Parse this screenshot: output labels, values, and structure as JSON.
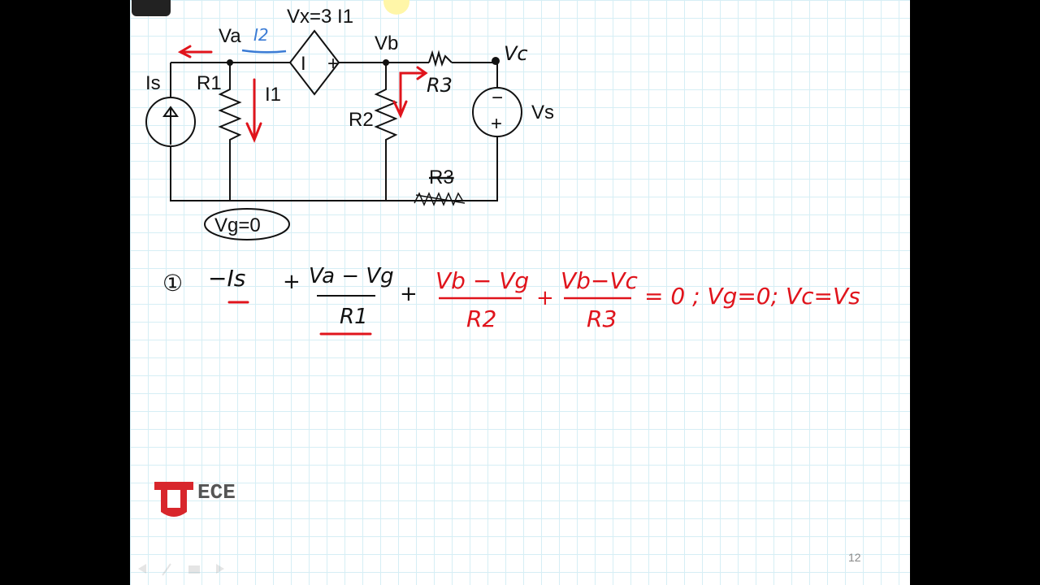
{
  "circuit": {
    "labels": {
      "vx": "Vx=3 I1",
      "va": "Va",
      "vb": "Vb",
      "vc": "Vc",
      "is": "Is",
      "r1": "R1",
      "i1": "I1",
      "r2": "R2",
      "r3_hand": "R3",
      "r3_struck": "R3",
      "vs": "Vs",
      "vg": "Vg=0",
      "i2_hand": "I2",
      "dep_minus": "I",
      "dep_plus": "+",
      "vs_minus": "−",
      "vs_plus": "+"
    }
  },
  "equation": {
    "number": "①",
    "term1": "−Is",
    "plus1": "+",
    "frac1_num": "Va − Vg",
    "frac1_den": "R1",
    "plus2": "+",
    "frac2_num": "Vb − Vg",
    "frac2_den": "R2",
    "plus3": "+",
    "frac3_num": "Vb−Vc",
    "frac3_den": "R3",
    "rhs": "= 0 ;  Vg=0; Vc=Vs"
  },
  "footer": {
    "logo_text": "ECE",
    "page_number": "12"
  },
  "colors": {
    "ink": "#111111",
    "red_ink": "#e0141c",
    "blue_ink": "#3a7bd5",
    "logo_red": "#d8262c",
    "logo_gray": "#555555"
  }
}
